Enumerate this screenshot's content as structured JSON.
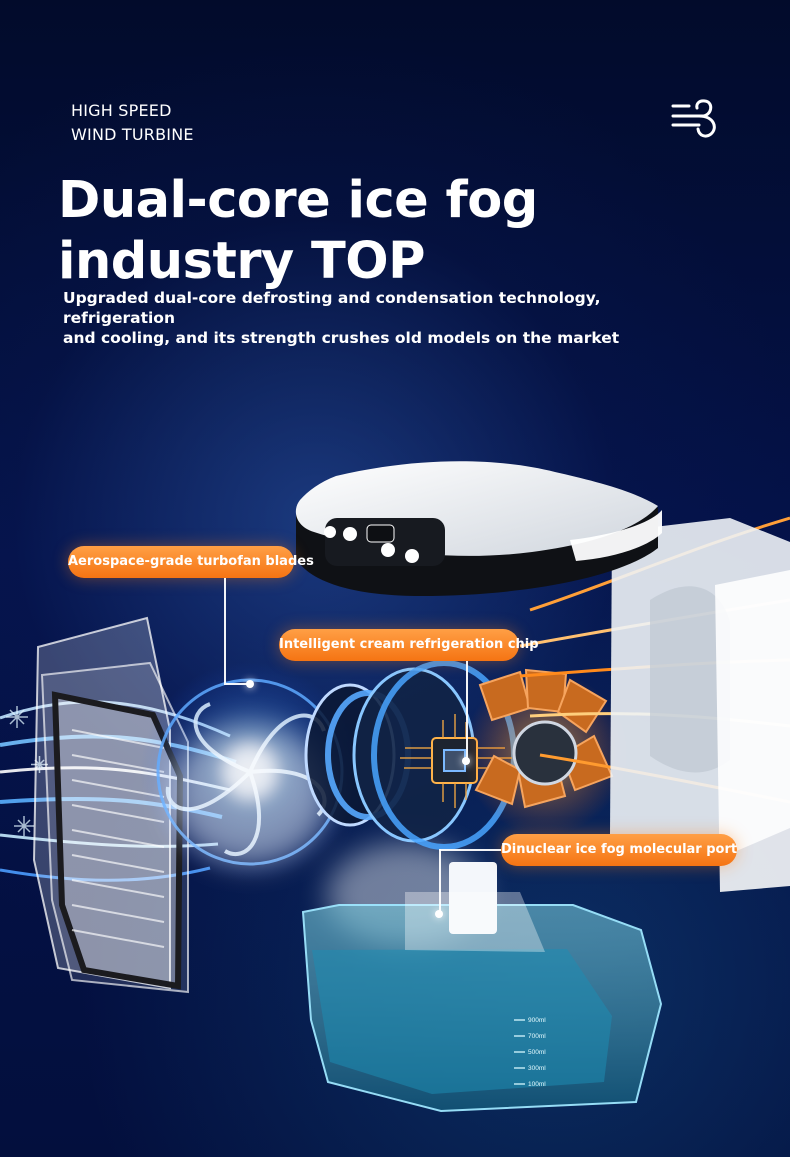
{
  "brand": {
    "line_1": "HIGH SPEED",
    "line_2": "WIND TURBINE",
    "icon": "wind-icon"
  },
  "headline": {
    "line_1": "Dual-core ice fog",
    "line_2": "industry TOP"
  },
  "subtitle": {
    "line_1": "Upgraded dual-core defrosting and condensation technology, refrigeration",
    "line_2": "and cooling, and its strength crushes old models on the market"
  },
  "callouts": [
    {
      "label": "Aerospace-grade turbofan blades"
    },
    {
      "label": "Intelligent cream refrigeration chip"
    },
    {
      "label": "Dinuclear ice fog molecular port"
    }
  ],
  "tank_scale": {
    "marks": [
      "900ml",
      "700ml",
      "500ml",
      "300ml",
      "100ml"
    ]
  },
  "colors": {
    "background": "#04113c",
    "callout": "#f57413",
    "cool_glow": "#4da4ff",
    "warm_glow": "#ff9a32",
    "tank": "#2e8fb4"
  }
}
